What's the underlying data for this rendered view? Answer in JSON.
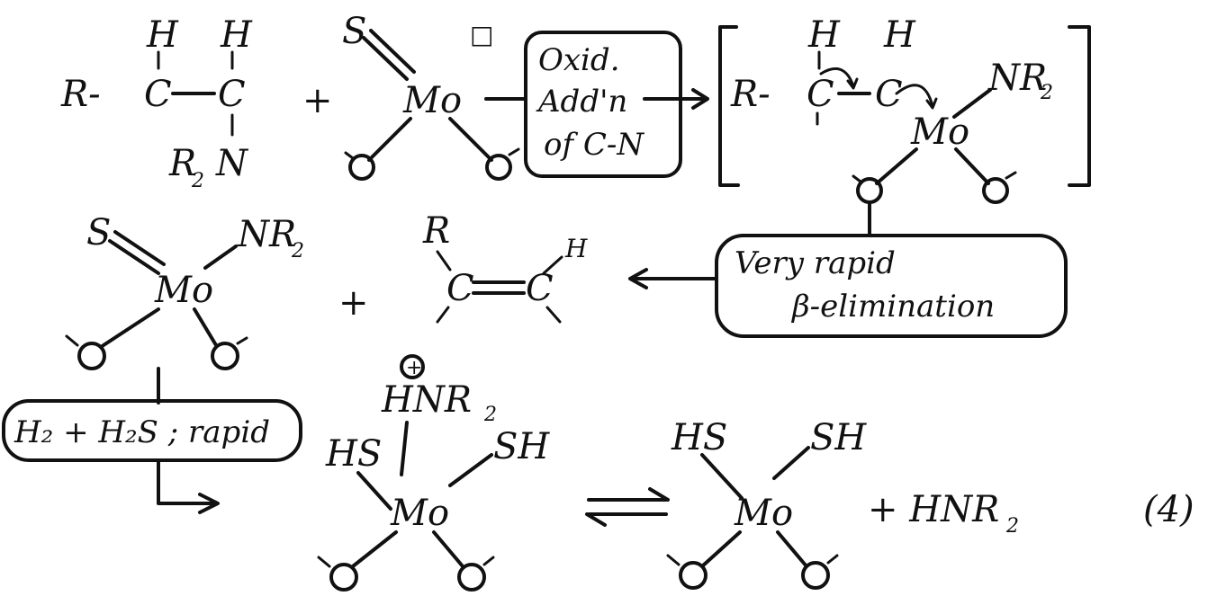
{
  "atoms": {
    "H": "H",
    "C": "C",
    "N": "N",
    "R": "R",
    "R_dash": "R-",
    "R2": "R",
    "two": "2",
    "S": "S",
    "Mo": "Mo",
    "NR2": "NR",
    "HNR2": "HNR",
    "HS": "HS",
    "SH": "SH",
    "plus": "+",
    "plus_HNR2": "+ HNR",
    "vacancy": "□",
    "cation": "+"
  },
  "boxes": {
    "oxid_line1": "Oxid.",
    "oxid_line2": "Add'n",
    "oxid_line3": "of C-N",
    "beta_line1": "Very rapid",
    "beta_line2": "β-elimination",
    "h2_label": "H₂ + H₂S ; rapid"
  },
  "equation_number": "(4)"
}
